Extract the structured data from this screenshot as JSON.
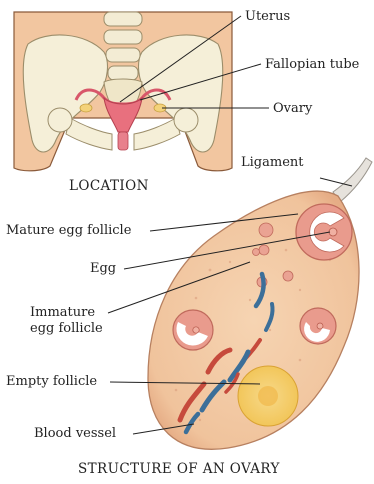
{
  "location_diagram": {
    "caption": "LOCATION",
    "labels": {
      "uterus": "Uterus",
      "fallopian_tube": "Fallopian tube",
      "ovary": "Ovary"
    }
  },
  "ovary_diagram": {
    "caption": "STRUCTURE OF AN OVARY",
    "labels": {
      "ligament": "Ligament",
      "mature_egg_follicle": "Mature egg follicle",
      "egg": "Egg",
      "immature_egg_follicle_line1": "Immature",
      "immature_egg_follicle_line2": "egg follicle",
      "empty_follicle": "Empty follicle",
      "blood_vessel": "Blood vessel"
    }
  },
  "colors": {
    "skin": "#f2c6a0",
    "bone": "#f5efd8",
    "uterus": "#e8707e",
    "ovary_fill": "#f1c8a3",
    "follicle": "#e99b8d",
    "vessel_red": "#c64a3c",
    "vessel_blue": "#3c6f99",
    "empty_follicle": "#f4d36a"
  }
}
